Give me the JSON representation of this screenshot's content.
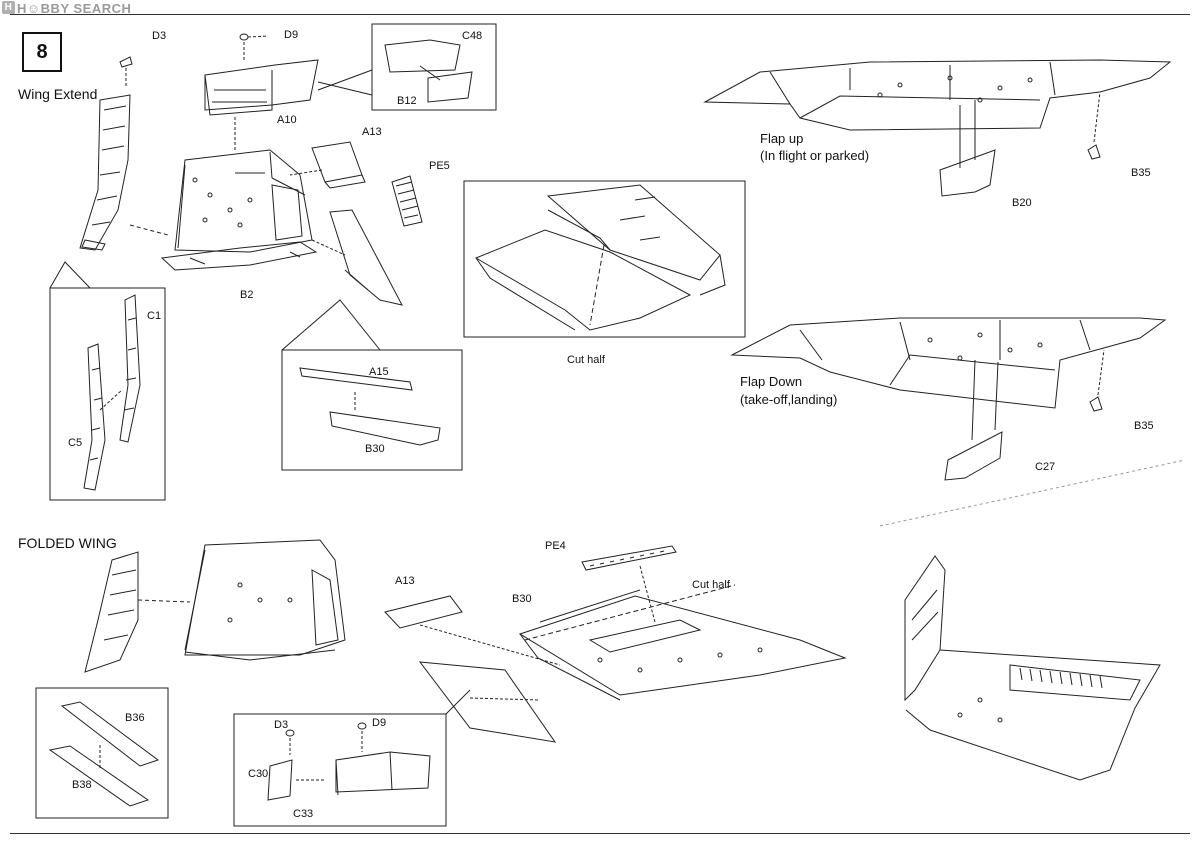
{
  "watermark": {
    "brand": "H☺BBY SEARCH",
    "logo_glyph": "H"
  },
  "step": {
    "number": "8"
  },
  "headings": {
    "wing_extend": "Wing Extend",
    "folded_wing": "FOLDED WING"
  },
  "captions": {
    "flap_up_line1": "Flap up",
    "flap_up_line2": "(In flight or parked)",
    "flap_down_line1": "Flap Down",
    "flap_down_line2": "(take-off,landing)",
    "cut_half_1": "Cut half",
    "cut_half_2": "Cut half"
  },
  "parts": {
    "d3_top": "D3",
    "d9_top": "D9",
    "c48": "C48",
    "b12": "B12",
    "a10": "A10",
    "a13_top": "A13",
    "pe5": "PE5",
    "b2": "B2",
    "c1": "C1",
    "c5": "C5",
    "a15": "A15",
    "b30_top": "B30",
    "b20": "B20",
    "b35_top": "B35",
    "b35_bottom": "B35",
    "c27": "C27",
    "pe4": "PE4",
    "a13_bottom": "A13",
    "b30_bottom": "B30",
    "b36": "B36",
    "b38": "B38",
    "d3_bottom": "D3",
    "d9_bottom": "D9",
    "c30": "C30",
    "c33": "C33"
  }
}
